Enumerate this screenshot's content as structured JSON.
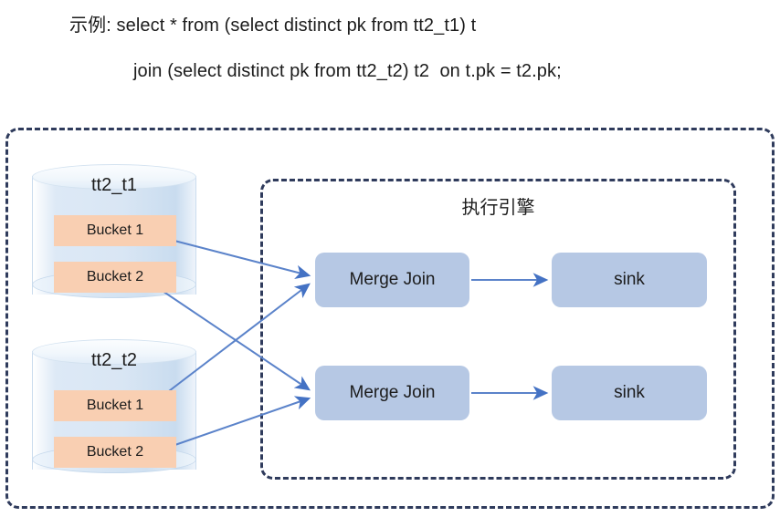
{
  "caption": {
    "line1": "示例: select * from (select distinct pk from tt2_t1) t",
    "line2": "join (select distinct pk from tt2_t2) t2  on t.pk = t2.pk;"
  },
  "engine": {
    "title": "执行引擎"
  },
  "tables": [
    {
      "name": "tt2_t1",
      "buckets": [
        {
          "label": "Bucket 1"
        },
        {
          "label": "Bucket 2"
        }
      ]
    },
    {
      "name": "tt2_t2",
      "buckets": [
        {
          "label": "Bucket 1"
        },
        {
          "label": "Bucket 2"
        }
      ]
    }
  ],
  "operators": [
    {
      "id": "merge-join-1",
      "label": "Merge Join"
    },
    {
      "id": "merge-join-2",
      "label": "Merge Join"
    },
    {
      "id": "sink-1",
      "label": "sink"
    },
    {
      "id": "sink-2",
      "label": "sink"
    }
  ],
  "colors": {
    "cylinder_fill": "#d9e6f4",
    "bucket_fill": "#f9cfb2",
    "operator_fill": "#b6c8e4",
    "arrow": "#4472c4",
    "frame_border": "#2f3b5c",
    "text": "#1c1c1c"
  },
  "edges": [
    {
      "from": "tt2_t1.Bucket 1",
      "to": "merge-join-1"
    },
    {
      "from": "tt2_t1.Bucket 2",
      "to": "merge-join-2"
    },
    {
      "from": "tt2_t2.Bucket 1",
      "to": "merge-join-1"
    },
    {
      "from": "tt2_t2.Bucket 2",
      "to": "merge-join-2"
    },
    {
      "from": "merge-join-1",
      "to": "sink-1"
    },
    {
      "from": "merge-join-2",
      "to": "sink-2"
    }
  ]
}
